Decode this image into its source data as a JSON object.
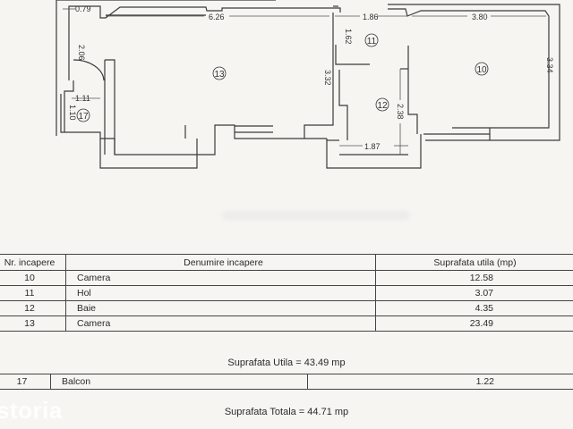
{
  "floor_plan": {
    "dimensions": {
      "d_0_79": "0.79",
      "d_6_26": "6.26",
      "d_2_06": "2.06",
      "d_1_11": "1.11",
      "d_1_10": "1.10",
      "d_3_32": "3.32",
      "d_1_62": "1.62",
      "d_1_86": "1.86",
      "d_3_80": "3.80",
      "d_3_34": "3.34",
      "d_2_38": "2.38",
      "d_1_87": "1.87"
    },
    "room_labels": {
      "r10": "10",
      "r11": "11",
      "r12": "12",
      "r13": "13",
      "r17": "17"
    }
  },
  "table": {
    "headers": [
      "Nr. incapere",
      "Denumire incapere",
      "Suprafata utila (mp)"
    ],
    "rows": [
      {
        "nr": "10",
        "name": "Camera",
        "area": "12.58"
      },
      {
        "nr": "11",
        "name": "Hol",
        "area": "3.07"
      },
      {
        "nr": "12",
        "name": "Baie",
        "area": "4.35"
      },
      {
        "nr": "13",
        "name": "Camera",
        "area": "23.49"
      }
    ]
  },
  "summary_utila": "Suprafata Utila = 43.49 mp",
  "balcon_row": {
    "nr": "17",
    "name": "Balcon",
    "area": "1.22"
  },
  "summary_totala": "Suprafata Totala = 44.71 mp",
  "watermark": "storia"
}
